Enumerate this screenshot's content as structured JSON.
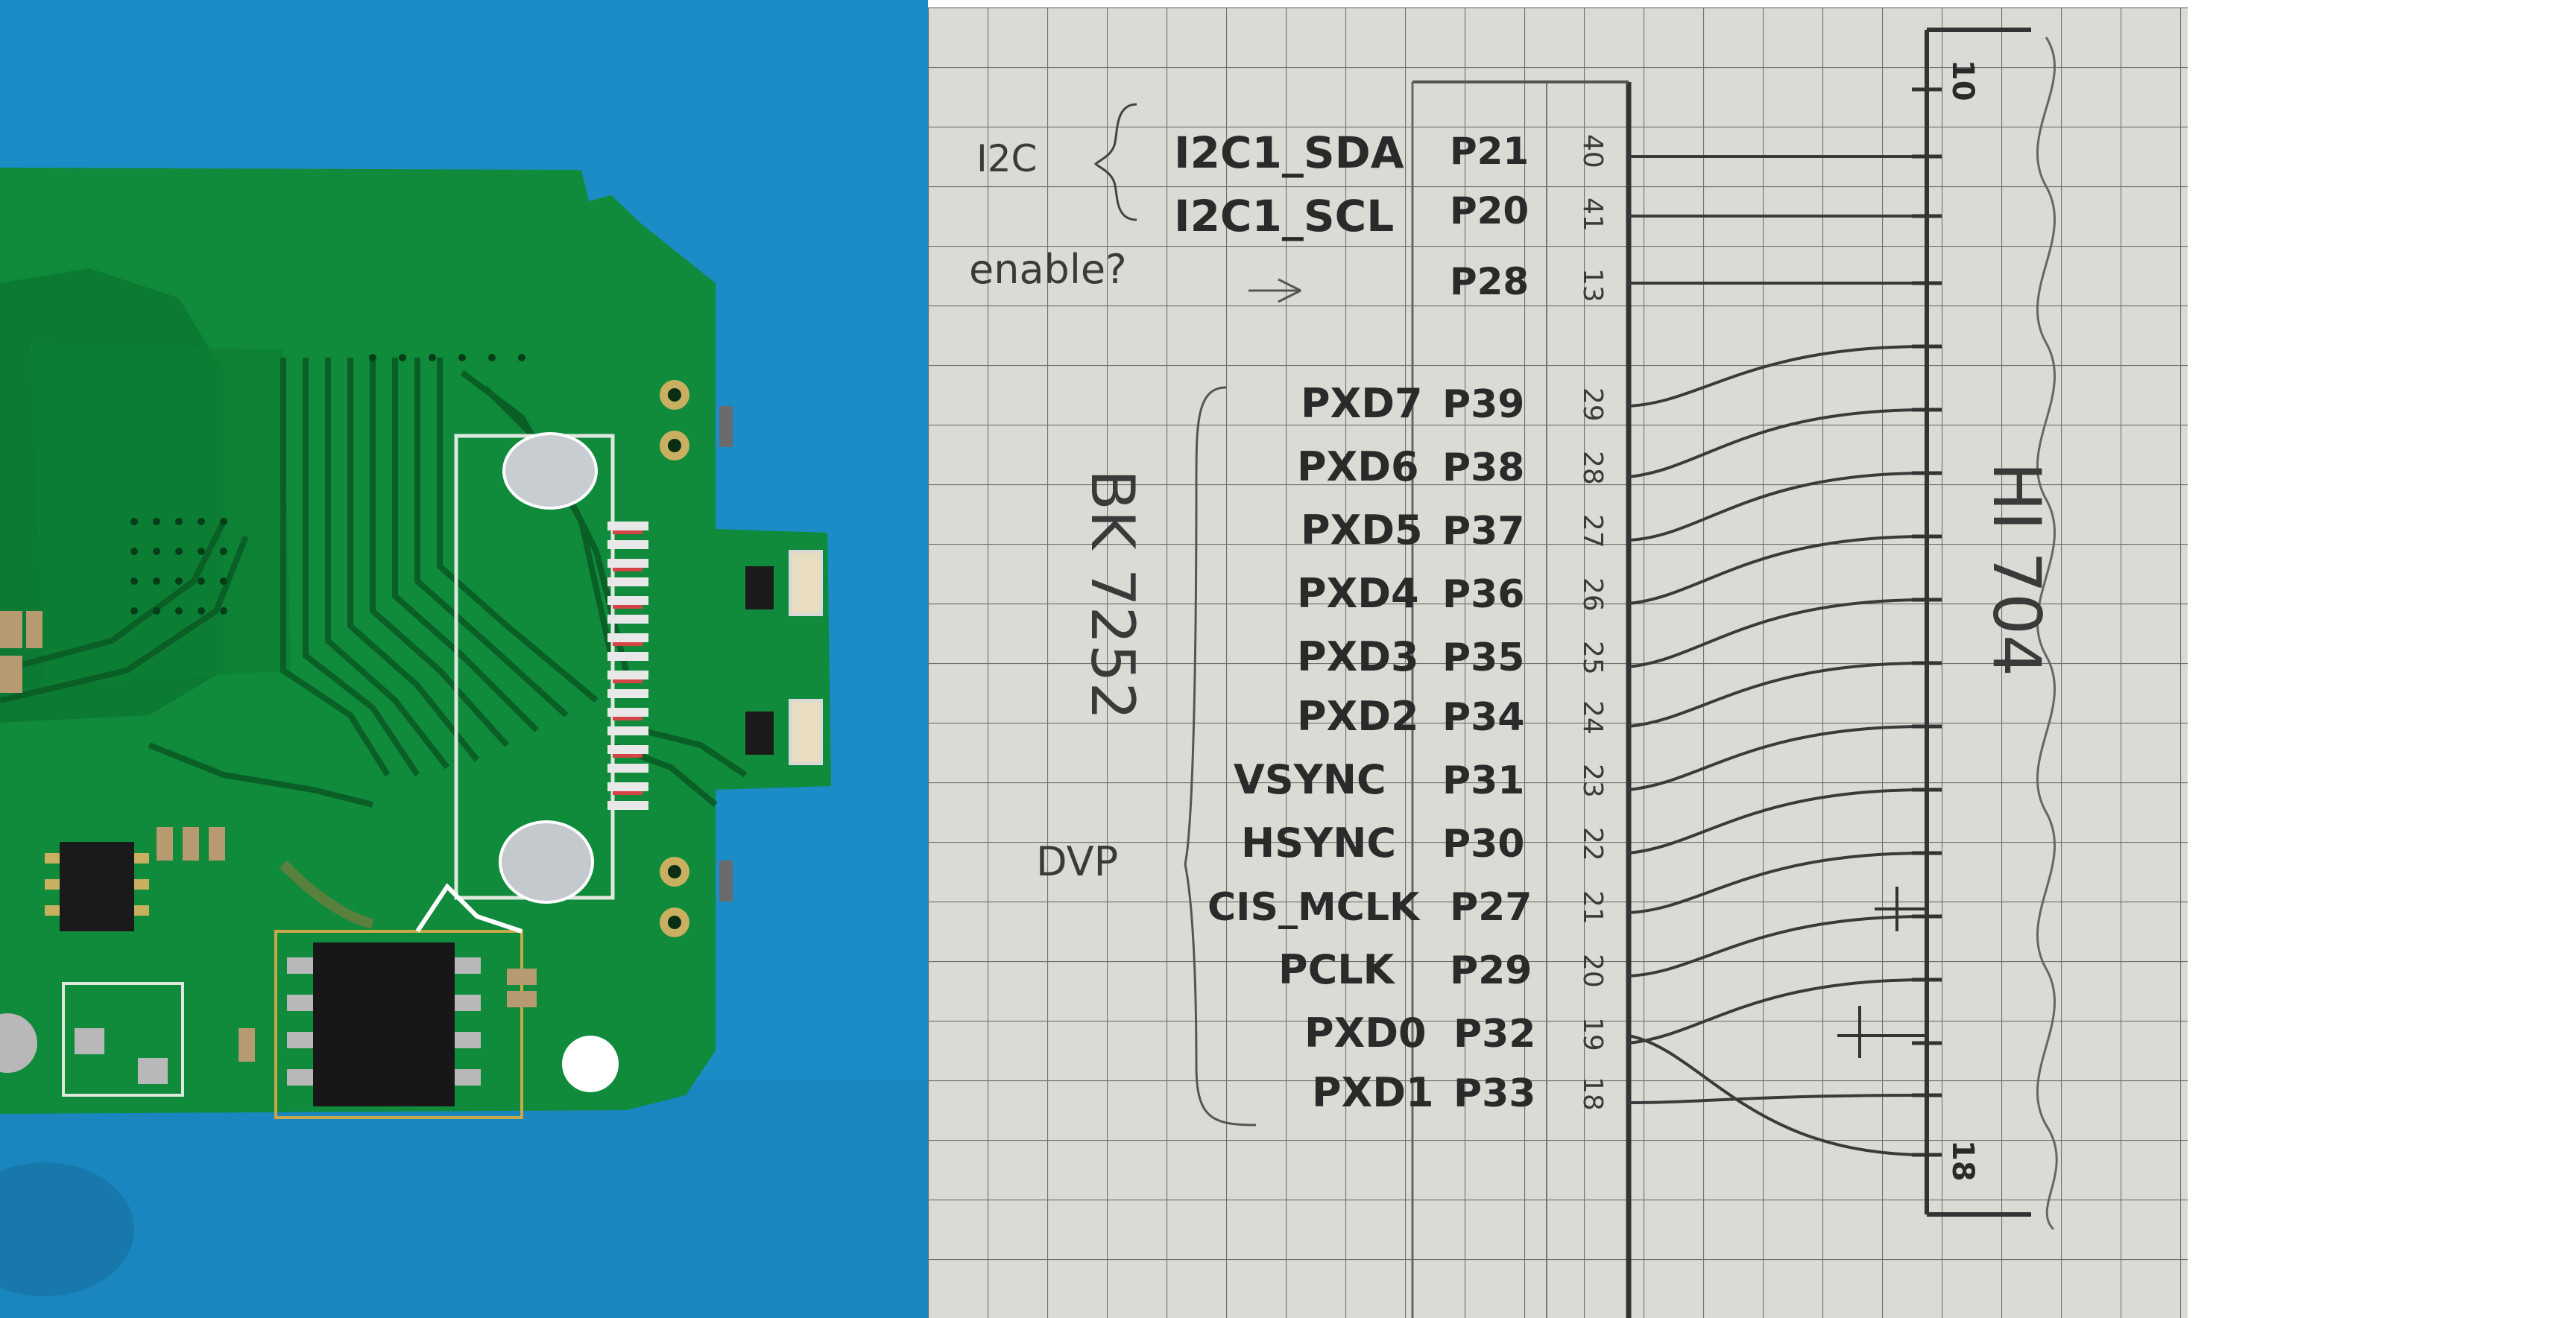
{
  "pcb": {
    "background": "#1e8fc9",
    "board_color": "#0f8a3a",
    "trace_color": "#0a6b2a"
  },
  "sheet": {
    "chip_left": "BK 7252",
    "chip_right": "HI 704",
    "top_pin": "10",
    "bottom_pin": "18",
    "groups": {
      "i2c": "I2C",
      "enable": "enable?",
      "dvp": "DVP"
    },
    "upper_signals": [
      {
        "name": "I2C1_SDA",
        "port": "P21",
        "num": "40"
      },
      {
        "name": "I2C1_SCL",
        "port": "P20",
        "num": "41"
      },
      {
        "name": "",
        "port": "P28",
        "num": "13"
      }
    ],
    "dvp_signals": [
      {
        "name": "PXD7",
        "port": "P39",
        "num": "29"
      },
      {
        "name": "PXD6",
        "port": "P38",
        "num": "28"
      },
      {
        "name": "PXD5",
        "port": "P37",
        "num": "27"
      },
      {
        "name": "PXD4",
        "port": "P36",
        "num": "26"
      },
      {
        "name": "PXD3",
        "port": "P35",
        "num": "25"
      },
      {
        "name": "PXD2",
        "port": "P34",
        "num": "24"
      },
      {
        "name": "VSYNC",
        "port": "P31",
        "num": "23"
      },
      {
        "name": "HSYNC",
        "port": "P30",
        "num": "22"
      },
      {
        "name": "CIS_MCLK",
        "port": "P27",
        "num": "21"
      },
      {
        "name": "PCLK",
        "port": "P29",
        "num": "20"
      },
      {
        "name": "PXD0",
        "port": "P32",
        "num": "19"
      },
      {
        "name": "PXD1",
        "port": "P33",
        "num": "18"
      }
    ]
  }
}
